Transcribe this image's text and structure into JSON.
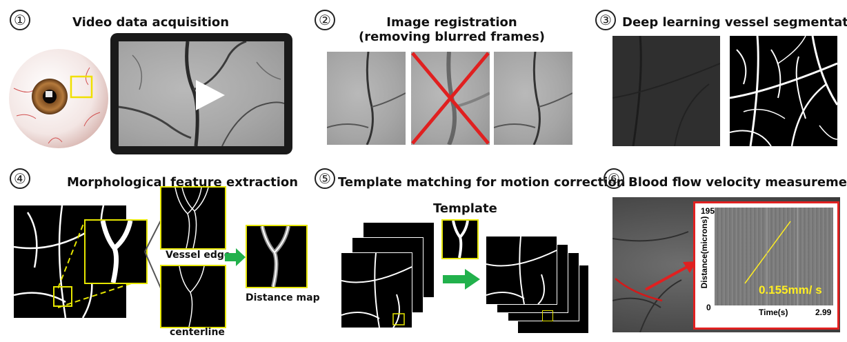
{
  "steps": [
    {
      "num": "①",
      "title": "Video data acquisition"
    },
    {
      "num": "②",
      "title_line1": "Image registration",
      "title_line2": "(removing blurred frames)"
    },
    {
      "num": "③",
      "title": "Deep learning vessel segmentation"
    },
    {
      "num": "④",
      "title": "Morphological feature extraction"
    },
    {
      "num": "⑤",
      "title": "Template matching for motion correction"
    },
    {
      "num": "⑥",
      "title": "Blood flow velocity measurement"
    }
  ],
  "labels": {
    "vessel_edge": "Vessel edge",
    "centerline": "centerline",
    "distance_map": "Distance map",
    "template": "Template"
  },
  "kymograph": {
    "ylabel": "Distance(microns)",
    "xlabel": "Time(s)",
    "y_max": "195",
    "y_min": "0",
    "x_max": "2.99",
    "velocity": "0.155mm/ s"
  },
  "colors": {
    "accent_yellow": "#e6e600",
    "red": "#e02020",
    "green_arrow": "#22b14c",
    "frame_border": "#1a1a1a"
  },
  "icons": [
    "play-icon",
    "red-x-icon",
    "green-arrow-icon",
    "red-arrow-icon"
  ]
}
